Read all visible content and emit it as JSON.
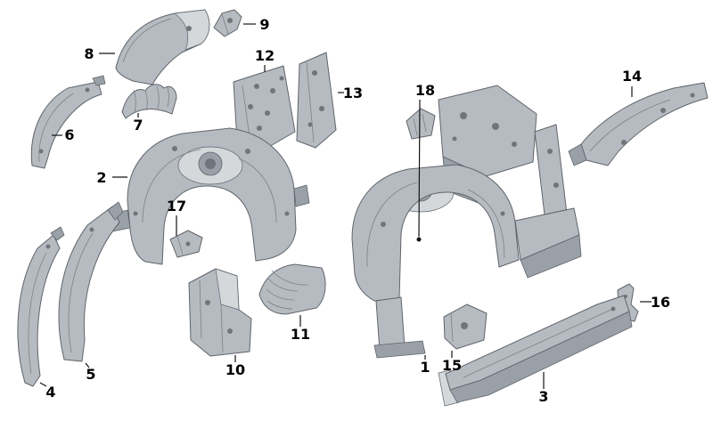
{
  "diagram": {
    "type": "exploded-parts-diagram",
    "subject": "Front wheelhouse and engine support members, exploded view with numbered callouts",
    "background_color": "#ffffff",
    "colors": {
      "part_fill": "#b6bbc1",
      "part_shade": "#9aa0a7",
      "part_light": "#d4d8db",
      "part_outline": "#5f656b",
      "hole_color": "#6f757b",
      "label_color": "#000000",
      "line_color": "#141414",
      "background_color": "#ffffff"
    },
    "callouts": [
      {
        "number": "1"
      },
      {
        "number": "2"
      },
      {
        "number": "3"
      },
      {
        "number": "4"
      },
      {
        "number": "5"
      },
      {
        "number": "6"
      },
      {
        "number": "7"
      },
      {
        "number": "8"
      },
      {
        "number": "9"
      },
      {
        "number": "10"
      },
      {
        "number": "11"
      },
      {
        "number": "12"
      },
      {
        "number": "13"
      },
      {
        "number": "14"
      },
      {
        "number": "15"
      },
      {
        "number": "16"
      },
      {
        "number": "17"
      },
      {
        "number": "18"
      }
    ]
  }
}
